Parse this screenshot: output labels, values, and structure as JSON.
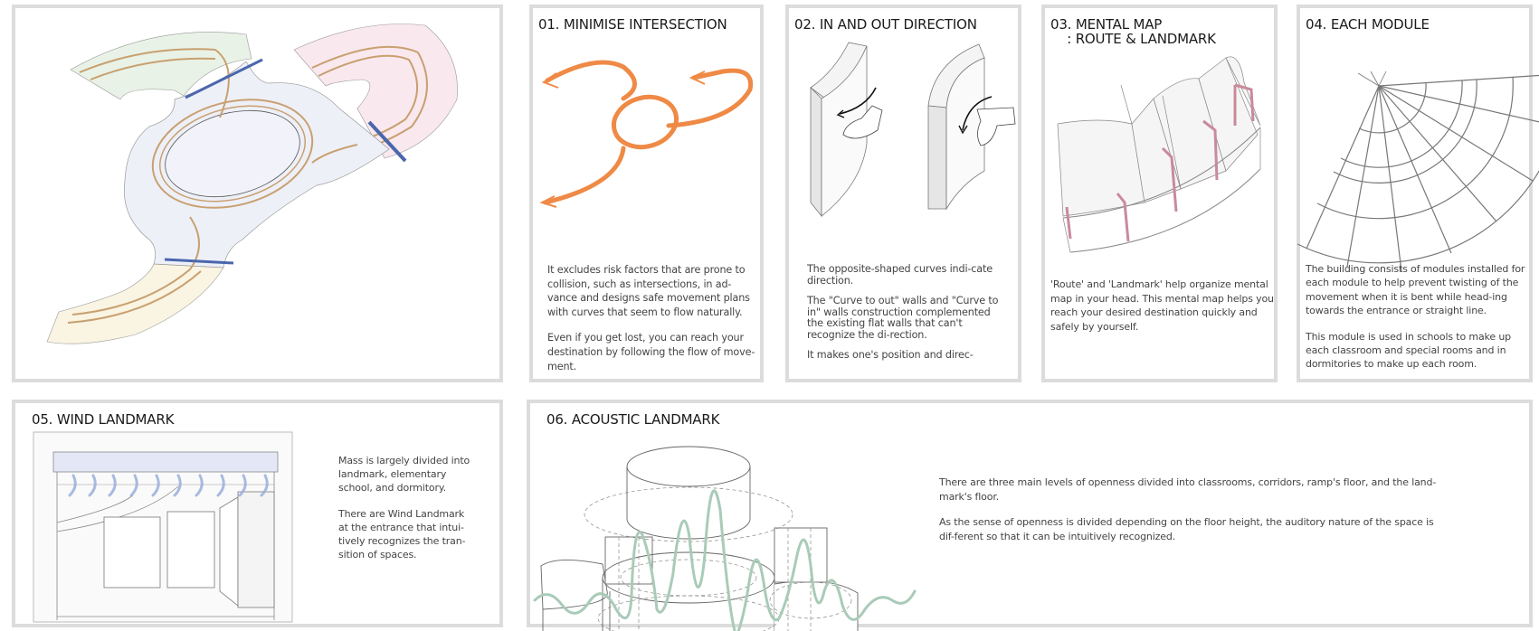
{
  "colors": {
    "panel_border": "#dcdcdc",
    "flow_arrow": "#ef8a46",
    "landmark_pink": "#c98a9c",
    "divider_blue": "#4a67ad",
    "wall_brown": "#c8a070",
    "floor_lavender": "#eef0f8",
    "zone_green": "#e9f2e6",
    "zone_pink": "#f9e8ee",
    "zone_yellow": "#faf4e2",
    "wind_blue": "#9cb0dc",
    "sound_wave": "#a9cbb8"
  },
  "panels": {
    "plan": {
      "label": "Site plan diagram",
      "zones": [
        "green-wing",
        "pink-wing",
        "yellow-wing",
        "central-oval"
      ]
    },
    "p1": {
      "title": "01. MINIMISE INTERSECTION",
      "paragraphs": [
        "It excludes risk factors that are prone to collision, such as intersections, in ad-vance and designs safe movement plans with curves that seem to flow naturally.",
        "Even if you get lost, you can reach your destination by following the flow of move-ment."
      ]
    },
    "p2": {
      "title": "02. IN AND OUT DIRECTION",
      "paragraphs": [
        "The opposite-shaped curves indi-cate direction.",
        "The \"Curve to out\" walls and \"Curve to in\" walls construction complemented the existing flat walls that can't recognize the di-rection.",
        "It makes one's position and direc-"
      ]
    },
    "p3": {
      "title": "03. MENTAL MAP\n    : ROUTE & LANDMARK",
      "paragraphs": [
        "'Route' and 'Landmark' help organize mental map in your head. This mental map helps you reach your desired destination quickly and safely by yourself."
      ]
    },
    "p4": {
      "title": "04. EACH MODULE",
      "paragraphs": [
        "The building consists of modules installed for each module to help prevent twisting of the movement when it is bent while head-ing towards the entrance or straight line.",
        "This module is used in schools to make up each classroom and special rooms and in dormitories to make up each room."
      ]
    },
    "p5": {
      "title": "05. WIND LANDMARK",
      "paragraphs": [
        "Mass is largely divided into landmark, elementary school, and dormitory.",
        "There are Wind Landmark at the entrance that intui-tively recognizes the tran-sition of spaces."
      ]
    },
    "p6": {
      "title": "06. ACOUSTIC LANDMARK",
      "paragraphs": [
        "There are three main levels of openness divided into classrooms,  corridors, ramp's floor, and the land-mark's floor.",
        "As the sense of openness is divided depending on the floor height, the auditory nature of the space is dif-ferent so that it can be intuitively recognized."
      ]
    }
  }
}
